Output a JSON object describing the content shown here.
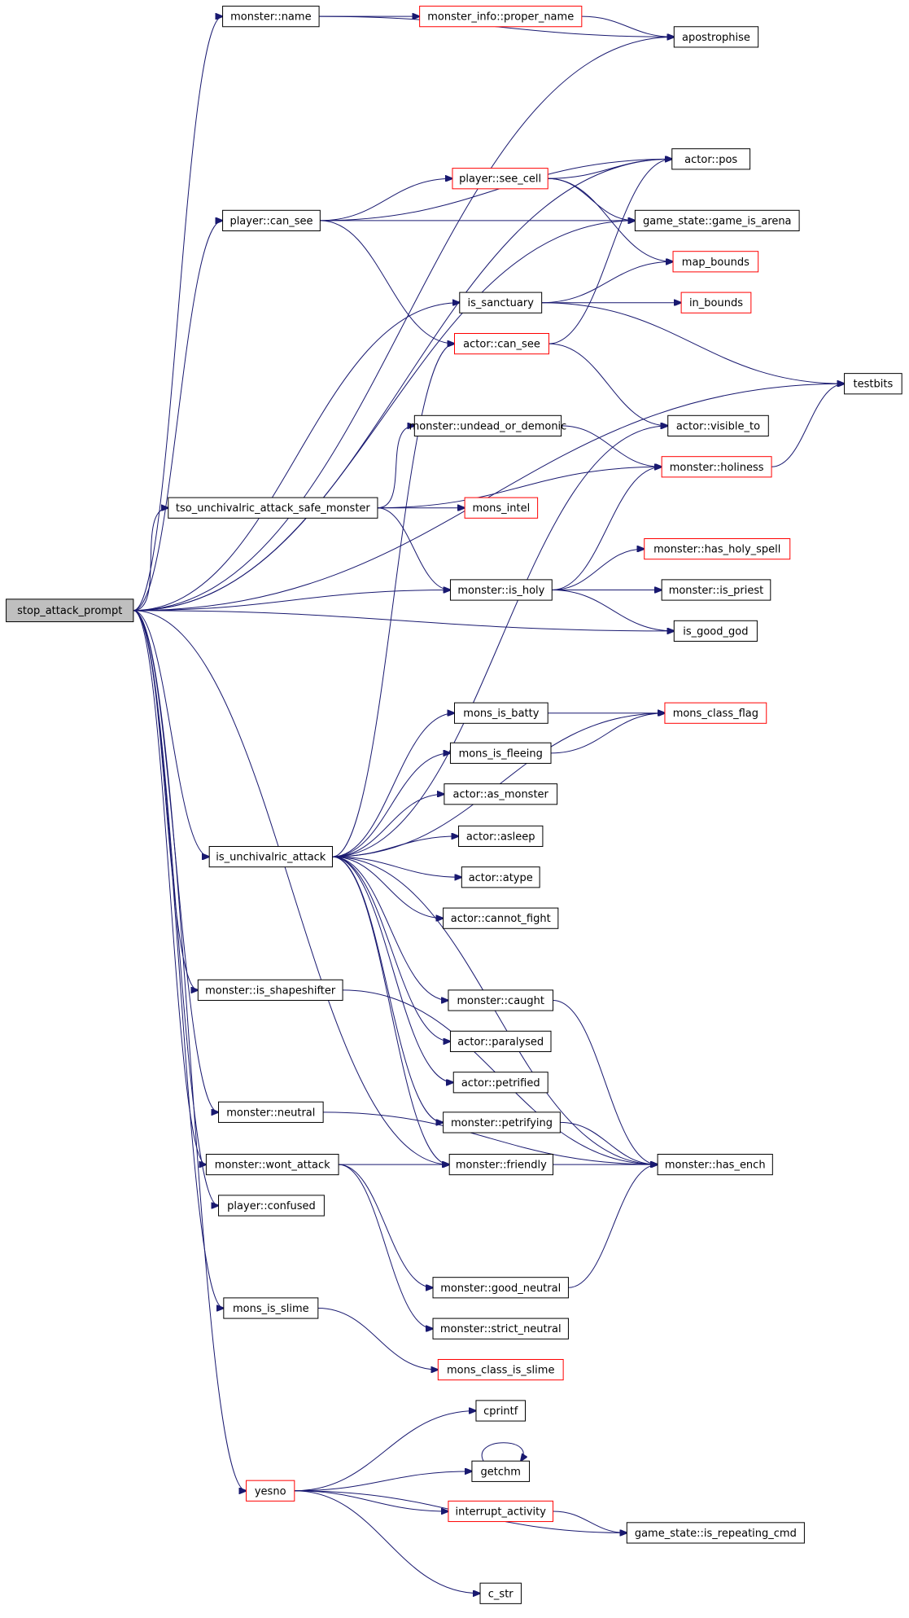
{
  "colors": {
    "edge": "#191970",
    "box_normal": "#000000",
    "box_truncated": "#ff0000",
    "root_fill": "#bfbfbf",
    "text": "#000000"
  },
  "nodes": [
    {
      "id": "root",
      "label": "stop_attack_prompt",
      "style": "root"
    },
    {
      "id": "monster_name",
      "label": "monster::name",
      "style": "normal"
    },
    {
      "id": "proper_name",
      "label": "monster_info::proper_name",
      "style": "truncated"
    },
    {
      "id": "apostrophise",
      "label": "apostrophise",
      "style": "normal"
    },
    {
      "id": "actor_pos",
      "label": "actor::pos",
      "style": "normal"
    },
    {
      "id": "see_cell",
      "label": "player::see_cell",
      "style": "truncated"
    },
    {
      "id": "player_can_see",
      "label": "player::can_see",
      "style": "normal"
    },
    {
      "id": "game_is_arena",
      "label": "game_state::game_is_arena",
      "style": "normal"
    },
    {
      "id": "map_bounds",
      "label": "map_bounds",
      "style": "truncated"
    },
    {
      "id": "is_sanctuary",
      "label": "is_sanctuary",
      "style": "normal"
    },
    {
      "id": "in_bounds",
      "label": "in_bounds",
      "style": "truncated"
    },
    {
      "id": "actor_can_see",
      "label": "actor::can_see",
      "style": "truncated"
    },
    {
      "id": "testbits",
      "label": "testbits",
      "style": "normal"
    },
    {
      "id": "undead_or_demonic",
      "label": "monster::undead_or_demonic",
      "style": "normal"
    },
    {
      "id": "visible_to",
      "label": "actor::visible_to",
      "style": "normal"
    },
    {
      "id": "holiness",
      "label": "monster::holiness",
      "style": "truncated"
    },
    {
      "id": "tso",
      "label": "tso_unchivalric_attack_safe_monster",
      "style": "normal"
    },
    {
      "id": "mons_intel",
      "label": "mons_intel",
      "style": "truncated"
    },
    {
      "id": "has_holy_spell",
      "label": "monster::has_holy_spell",
      "style": "truncated"
    },
    {
      "id": "is_holy",
      "label": "monster::is_holy",
      "style": "normal"
    },
    {
      "id": "is_priest",
      "label": "monster::is_priest",
      "style": "normal"
    },
    {
      "id": "is_good_god",
      "label": "is_good_god",
      "style": "normal"
    },
    {
      "id": "mons_is_batty",
      "label": "mons_is_batty",
      "style": "normal"
    },
    {
      "id": "mons_class_flag",
      "label": "mons_class_flag",
      "style": "truncated"
    },
    {
      "id": "mons_is_fleeing",
      "label": "mons_is_fleeing",
      "style": "normal"
    },
    {
      "id": "as_monster",
      "label": "actor::as_monster",
      "style": "normal"
    },
    {
      "id": "asleep",
      "label": "actor::asleep",
      "style": "normal"
    },
    {
      "id": "is_unchivalric",
      "label": "is_unchivalric_attack",
      "style": "normal"
    },
    {
      "id": "atype",
      "label": "actor::atype",
      "style": "normal"
    },
    {
      "id": "cannot_fight",
      "label": "actor::cannot_fight",
      "style": "normal"
    },
    {
      "id": "is_shapeshifter",
      "label": "monster::is_shapeshifter",
      "style": "normal"
    },
    {
      "id": "caught",
      "label": "monster::caught",
      "style": "normal"
    },
    {
      "id": "paralysed",
      "label": "actor::paralysed",
      "style": "normal"
    },
    {
      "id": "petrified",
      "label": "actor::petrified",
      "style": "normal"
    },
    {
      "id": "neutral",
      "label": "monster::neutral",
      "style": "normal"
    },
    {
      "id": "petrifying",
      "label": "monster::petrifying",
      "style": "normal"
    },
    {
      "id": "wont_attack",
      "label": "monster::wont_attack",
      "style": "normal"
    },
    {
      "id": "friendly",
      "label": "monster::friendly",
      "style": "normal"
    },
    {
      "id": "has_ench",
      "label": "monster::has_ench",
      "style": "normal"
    },
    {
      "id": "confused",
      "label": "player::confused",
      "style": "normal"
    },
    {
      "id": "good_neutral",
      "label": "monster::good_neutral",
      "style": "normal"
    },
    {
      "id": "strict_neutral",
      "label": "monster::strict_neutral",
      "style": "normal"
    },
    {
      "id": "mons_is_slime",
      "label": "mons_is_slime",
      "style": "normal"
    },
    {
      "id": "mons_class_is_slime",
      "label": "mons_class_is_slime",
      "style": "truncated"
    },
    {
      "id": "cprintf",
      "label": "cprintf",
      "style": "normal"
    },
    {
      "id": "getchm",
      "label": "getchm",
      "style": "normal"
    },
    {
      "id": "yesno",
      "label": "yesno",
      "style": "truncated"
    },
    {
      "id": "interrupt_activity",
      "label": "interrupt_activity",
      "style": "truncated"
    },
    {
      "id": "is_repeating_cmd",
      "label": "game_state::is_repeating_cmd",
      "style": "normal"
    },
    {
      "id": "c_str",
      "label": "c_str",
      "style": "normal"
    }
  ],
  "edges": [
    [
      "root",
      "monster_name"
    ],
    [
      "monster_name",
      "proper_name"
    ],
    [
      "monster_name",
      "apostrophise"
    ],
    [
      "proper_name",
      "apostrophise"
    ],
    [
      "root",
      "apostrophise"
    ],
    [
      "root",
      "actor_pos"
    ],
    [
      "root",
      "player_can_see"
    ],
    [
      "root",
      "game_is_arena"
    ],
    [
      "root",
      "is_sanctuary"
    ],
    [
      "root",
      "testbits"
    ],
    [
      "root",
      "tso"
    ],
    [
      "root",
      "is_holy"
    ],
    [
      "root",
      "is_good_god"
    ],
    [
      "root",
      "is_unchivalric"
    ],
    [
      "root",
      "is_shapeshifter"
    ],
    [
      "root",
      "neutral"
    ],
    [
      "root",
      "wont_attack"
    ],
    [
      "root",
      "confused"
    ],
    [
      "root",
      "mons_is_slime"
    ],
    [
      "root",
      "yesno"
    ],
    [
      "root",
      "friendly"
    ],
    [
      "player_can_see",
      "actor_pos"
    ],
    [
      "player_can_see",
      "see_cell"
    ],
    [
      "player_can_see",
      "game_is_arena"
    ],
    [
      "player_can_see",
      "actor_can_see"
    ],
    [
      "see_cell",
      "actor_pos"
    ],
    [
      "see_cell",
      "game_is_arena"
    ],
    [
      "see_cell",
      "map_bounds"
    ],
    [
      "is_sanctuary",
      "map_bounds"
    ],
    [
      "is_sanctuary",
      "in_bounds"
    ],
    [
      "is_sanctuary",
      "testbits"
    ],
    [
      "actor_can_see",
      "actor_pos"
    ],
    [
      "actor_can_see",
      "visible_to"
    ],
    [
      "holiness",
      "testbits"
    ],
    [
      "tso",
      "undead_or_demonic"
    ],
    [
      "tso",
      "holiness"
    ],
    [
      "tso",
      "mons_intel"
    ],
    [
      "tso",
      "is_holy"
    ],
    [
      "undead_or_demonic",
      "holiness"
    ],
    [
      "is_holy",
      "holiness"
    ],
    [
      "is_holy",
      "has_holy_spell"
    ],
    [
      "is_holy",
      "is_priest"
    ],
    [
      "is_holy",
      "is_good_god"
    ],
    [
      "mons_is_batty",
      "mons_class_flag"
    ],
    [
      "mons_is_fleeing",
      "mons_class_flag"
    ],
    [
      "is_unchivalric",
      "actor_can_see"
    ],
    [
      "is_unchivalric",
      "visible_to"
    ],
    [
      "is_unchivalric",
      "mons_class_flag"
    ],
    [
      "is_unchivalric",
      "mons_is_batty"
    ],
    [
      "is_unchivalric",
      "mons_is_fleeing"
    ],
    [
      "is_unchivalric",
      "as_monster"
    ],
    [
      "is_unchivalric",
      "asleep"
    ],
    [
      "is_unchivalric",
      "atype"
    ],
    [
      "is_unchivalric",
      "cannot_fight"
    ],
    [
      "is_unchivalric",
      "has_ench"
    ],
    [
      "is_unchivalric",
      "caught"
    ],
    [
      "is_unchivalric",
      "paralysed"
    ],
    [
      "is_unchivalric",
      "petrified"
    ],
    [
      "is_unchivalric",
      "petrifying"
    ],
    [
      "is_unchivalric",
      "friendly"
    ],
    [
      "caught",
      "has_ench"
    ],
    [
      "petrifying",
      "has_ench"
    ],
    [
      "friendly",
      "has_ench"
    ],
    [
      "is_shapeshifter",
      "has_ench"
    ],
    [
      "neutral",
      "has_ench"
    ],
    [
      "wont_attack",
      "friendly"
    ],
    [
      "wont_attack",
      "good_neutral"
    ],
    [
      "wont_attack",
      "strict_neutral"
    ],
    [
      "good_neutral",
      "has_ench"
    ],
    [
      "mons_is_slime",
      "mons_class_is_slime"
    ],
    [
      "yesno",
      "cprintf"
    ],
    [
      "yesno",
      "getchm"
    ],
    [
      "yesno",
      "interrupt_activity"
    ],
    [
      "yesno",
      "is_repeating_cmd"
    ],
    [
      "yesno",
      "c_str"
    ],
    [
      "interrupt_activity",
      "is_repeating_cmd"
    ],
    [
      "getchm",
      "getchm"
    ]
  ]
}
